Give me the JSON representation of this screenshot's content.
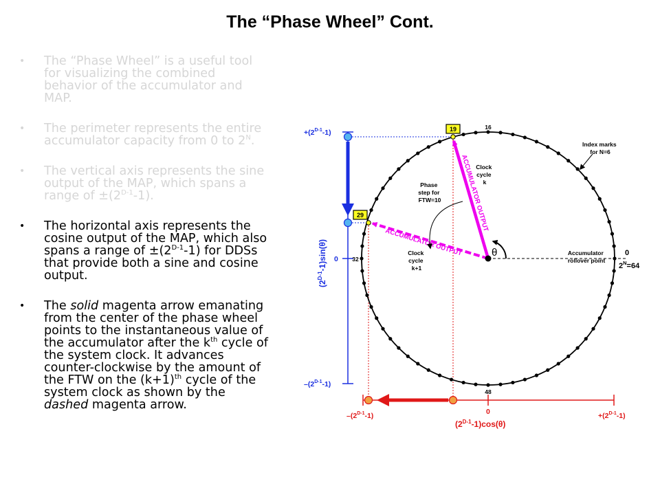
{
  "title": "The “Phase Wheel” Cont.",
  "bullets": [
    {
      "state": "faded",
      "text": "The “Phase Wheel” is a useful tool for visualizing the combined behavior of the accumulator and MAP."
    },
    {
      "state": "faded",
      "text_before": "The perimeter represents the entire accumulator capacity from 0 to 2",
      "sup": "N",
      "text_after": "."
    },
    {
      "state": "faded",
      "text_before": "The vertical axis represents the sine output of the MAP, which spans a range of ±(2",
      "sup": "D-1",
      "text_after": "-1)."
    },
    {
      "state": "active",
      "text_before": "The horizontal axis represents the cosine output of the MAP, which also spans a range of ±(2",
      "sup": "D-1",
      "text_after": "-1) for DDSs that provide both a sine and cosine output."
    },
    {
      "state": "active",
      "p1": "The ",
      "em1": "solid",
      "p2": " magenta arrow emanating from the center of the phase wheel points to the instantaneous value of the accumulator after the k",
      "sup1": "th",
      "p3": " cycle of the system clock. It advances counter-clockwise by the amount of the FTW on the (k+1)",
      "sup2": "th",
      "p4": " cycle of the system clock as shown by the ",
      "em2": "dashed",
      "p5": " magenta arrow."
    }
  ],
  "diagram": {
    "colors": {
      "magenta": "#ee00ee",
      "blue": "#1a2fe0",
      "red": "#e01818",
      "marker_fill": "#ffff22",
      "point_blue": "#54b4f0",
      "point_orange": "#f0a040"
    },
    "vertical_axis": {
      "top_label_pre": "+(2",
      "top_label_sup": "D-1",
      "top_label_post": "-1)",
      "zero_label": "0",
      "bottom_label_pre": "–(2",
      "bottom_label_sup": "D-1",
      "bottom_label_post": "-1)",
      "axis_label_pre": "(2",
      "axis_label_sup": "D-1",
      "axis_label_post": "-1)sin(θ)"
    },
    "horizontal_axis": {
      "left_label_pre": "–(2",
      "left_label_sup": "D-1",
      "left_label_post": "-1)",
      "zero_label": "0",
      "right_label_pre": "+(2",
      "right_label_sup": "D-1",
      "right_label_post": "-1)",
      "axis_label_pre": "(2",
      "axis_label_sup": "D-1",
      "axis_label_post": "-1)cos(θ)"
    },
    "wheel": {
      "index_count": 64,
      "labels": {
        "top": "16",
        "left": "32",
        "bottom": "48",
        "right": "0"
      },
      "rollover_pre": "2",
      "rollover_sup": "N",
      "rollover_post": "=64",
      "theta": "θ"
    },
    "accumulator_k": {
      "index": 19,
      "box_label": "19",
      "arrow_label": "ACCUMULATOR OUTPUT",
      "cycle_label": [
        "Clock",
        "cycle",
        "k"
      ]
    },
    "accumulator_k1": {
      "index": 29,
      "box_label": "29",
      "arrow_label": "ACCUMULATOR OUTPUT",
      "cycle_label": [
        "Clock",
        "cycle",
        "k+1"
      ]
    },
    "phase_step": [
      "Phase",
      "step for",
      "FTW=10"
    ],
    "index_marks_note": [
      "Index marks",
      "for N=6"
    ],
    "rollover_note": [
      "Accumulator",
      "rollover point"
    ]
  }
}
